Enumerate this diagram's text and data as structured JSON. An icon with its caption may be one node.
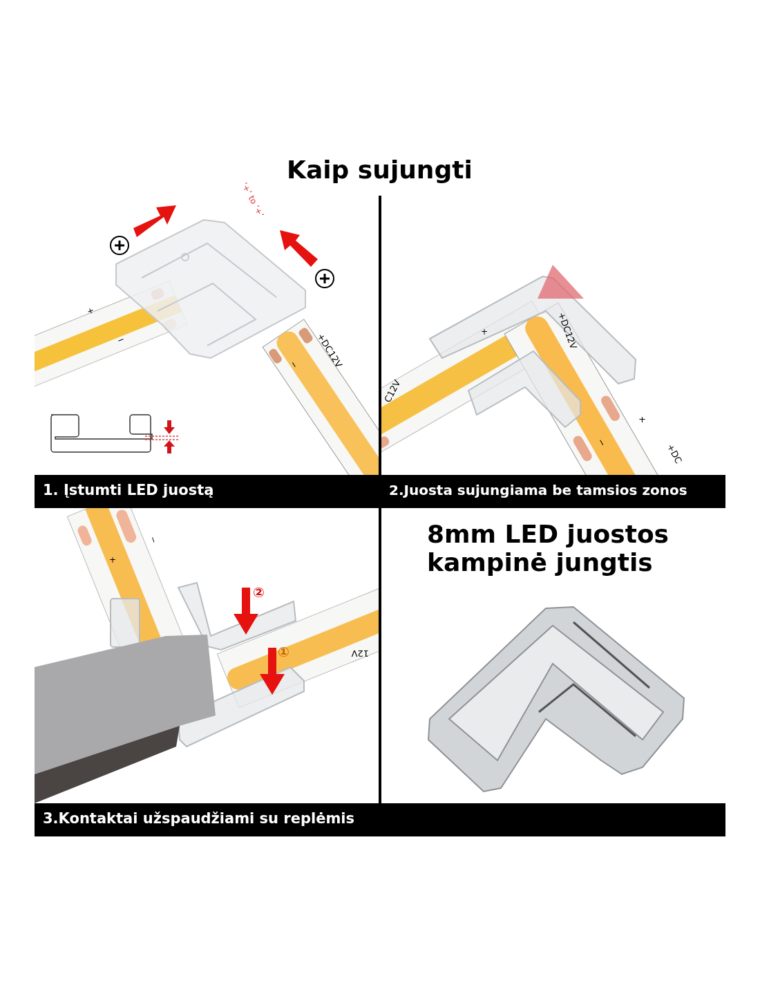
{
  "diagram": {
    "title": "Kaip sujungti",
    "labels": [
      "‘+’ to ‘+’",
      "+",
      "−",
      "+DC12V",
      "−",
      "1. Įstumti LED juostą",
      "C12V",
      "+DC12V",
      "+",
      "+",
      "−",
      "+DC",
      "2.Juosta sujungiama be tamsios zonos",
      "+",
      "−",
      "②",
      "①",
      "12V",
      "3.Kontaktai užspaudžiami su replėmis",
      "8mm LED juostos kampinė jungtis"
    ]
  }
}
